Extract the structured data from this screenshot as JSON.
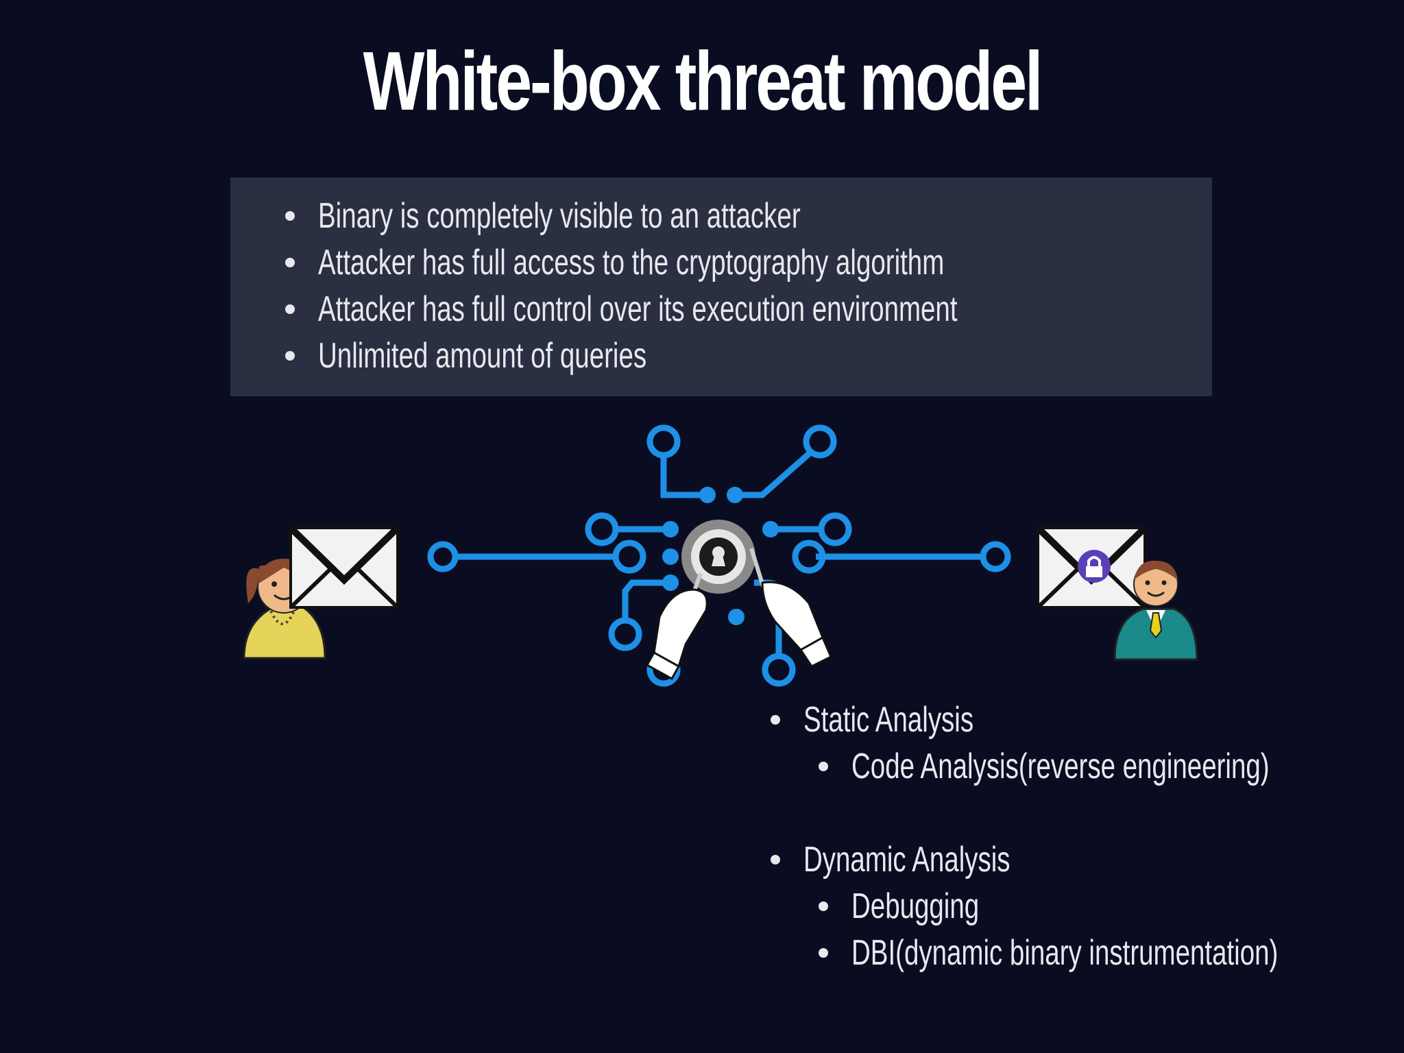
{
  "slide": {
    "title": "White-box threat model",
    "bullets": [
      "Binary is completely visible to an attacker",
      "Attacker has full access to the cryptography algorithm",
      "Attacker has full control over its execution environment",
      "Unlimited amount of queries"
    ],
    "analysis": {
      "static_label": "Static Analysis",
      "static_items": [
        "Code Analysis(reverse engineering)"
      ],
      "dynamic_label": "Dynamic Analysis",
      "dynamic_items": [
        "Debugging",
        "DBI(dynamic binary instrumentation)"
      ]
    }
  },
  "colors": {
    "background": "#0a0d22",
    "panel": "#2b2f42",
    "circuit": "#1e90e6",
    "text": "#e8e9ef"
  },
  "icons": [
    "woman-icon",
    "envelope-icon",
    "circuit-icon",
    "keyhole-lock-icon",
    "hands-icon",
    "locked-envelope-icon",
    "man-icon"
  ]
}
